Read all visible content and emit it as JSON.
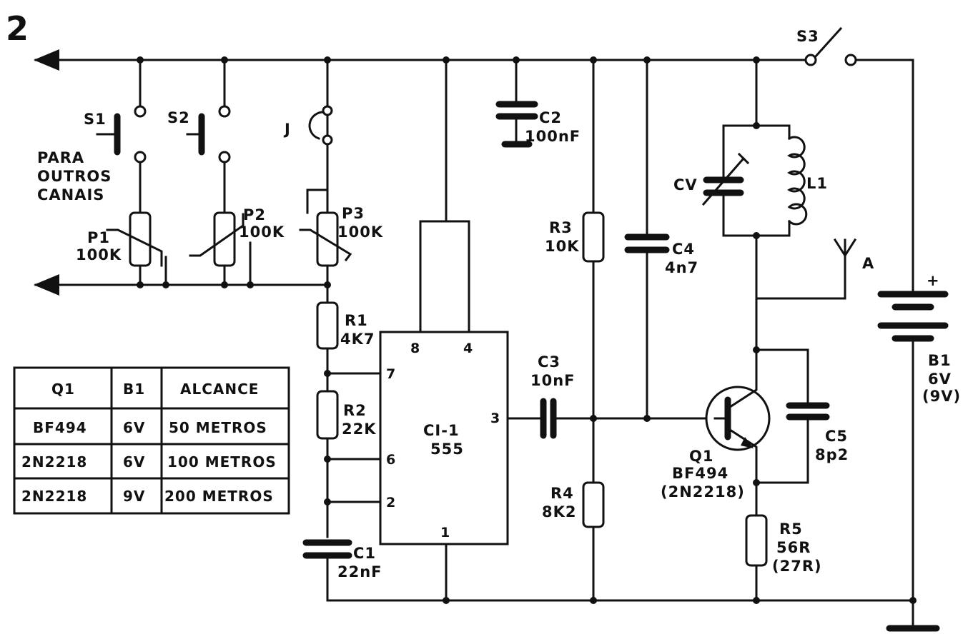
{
  "figure_number": "2",
  "components": {
    "s1": "S1",
    "s2": "S2",
    "s3": "S3",
    "j": "J",
    "para_line1": "PARA",
    "para_line2": "OUTROS",
    "para_line3": "CANAIS",
    "p1_name": "P1",
    "p1_value": "100K",
    "p2_name": "P2",
    "p2_value": "100K",
    "p3_name": "P3",
    "p3_value": "100K",
    "r1_name": "R1",
    "r1_value": "4K7",
    "r2_name": "R2",
    "r2_value": "22K",
    "c1_name": "C1",
    "c1_value": "22nF",
    "c2_name": "C2",
    "c2_value": "100nF",
    "c3_name": "C3",
    "c3_value": "10nF",
    "c4_name": "C4",
    "c4_value": "4n7",
    "c5_name": "C5",
    "c5_value": "8p2",
    "r3_name": "R3",
    "r3_value": "10K",
    "r4_name": "R4",
    "r4_value": "8K2",
    "r5_name": "R5",
    "r5_value": "56R",
    "r5_alt": "(27R)",
    "cv_name": "CV",
    "l1_name": "L1",
    "antenna_name": "A",
    "q1_name": "Q1",
    "q1_value": "BF494",
    "q1_alt": "(2N2218)",
    "b1_name": "B1",
    "b1_value": "6V",
    "b1_alt": "(9V)",
    "b1_plus": "+",
    "ic_name": "CI-1",
    "ic_value": "555",
    "ic_pins": {
      "p8": "8",
      "p4": "4",
      "p7": "7",
      "p3": "3",
      "p6": "6",
      "p2": "2",
      "p1": "1"
    }
  },
  "table": {
    "headers": [
      "Q1",
      "B1",
      "ALCANCE"
    ],
    "rows": [
      [
        "BF494",
        "6V",
        "50 METROS"
      ],
      [
        "2N2218",
        "6V",
        "100 METROS"
      ],
      [
        "2N2218",
        "9V",
        "200 METROS"
      ]
    ]
  }
}
